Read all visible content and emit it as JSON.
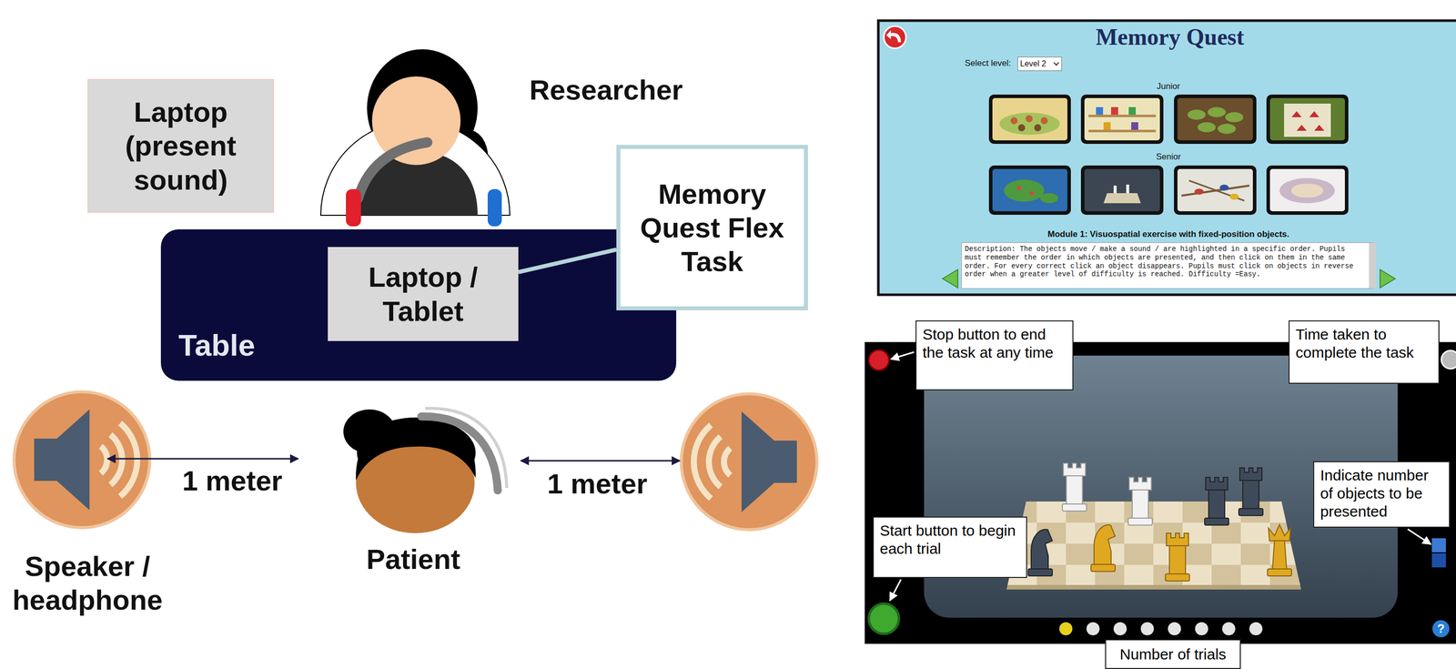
{
  "diagram": {
    "nodes": [
      {
        "text": [
          "Laptop (present sound)"
        ]
      },
      {
        "text": [
          "Table"
        ]
      },
      {
        "text": [
          "Laptop / Tablet"
        ],
        "in": 1
      },
      {
        "text": [
          "Memory Quest Flex Task"
        ]
      },
      {
        "text": [
          "Memory Quest",
          "Select level:",
          "Junior",
          "Senior",
          "Module 1: Visuospatial exercise with fixed-position objects."
        ]
      },
      {
        "text": [
          "Level 2"
        ],
        "in": 4
      },
      {
        "text": [
          "Description: The objects move / make a sound / are highlighted in a specific order. Pupils must remember the order in which objects are presented, and then click on them in the same order. For every correct click an object disappears. Pupils must click on objects in reverse order when a greater level of difficulty is reached. Difficulty =Easy."
        ],
        "in": 4
      },
      {
        "text": [
          "Stop button to end the task at any time"
        ]
      },
      {
        "text": [
          "Time taken to complete the task"
        ]
      },
      {
        "text": [
          "Indicate number of objects to be presented"
        ]
      },
      {
        "text": [
          "Start button to begin each trial"
        ]
      },
      {
        "text": [
          "Number of trials"
        ]
      }
    ],
    "edges": [
      {
        "from": 2,
        "to": 3,
        "arrow": "none"
      }
    ],
    "labels": [
      "Researcher",
      "1 meter",
      "1 meter",
      "Speaker / headphone",
      "Patient",
      "?"
    ]
  }
}
